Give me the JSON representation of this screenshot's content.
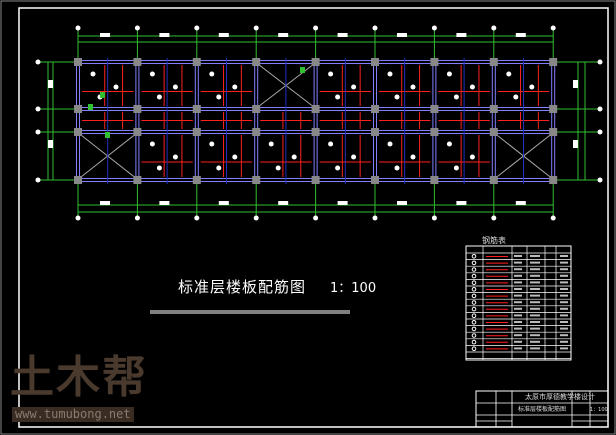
{
  "drawing": {
    "title": "标准层楼板配筋图",
    "scale": "1：100"
  },
  "rebar_table": {
    "title": "钢筋表",
    "row_count": 16
  },
  "title_block": {
    "project": "太原市厚德教学楼设计",
    "drawing_name": "标准层楼板配筋图",
    "scale_value": "1：100"
  },
  "watermark": {
    "logo": "土木帮",
    "url": "www.tumubong.net"
  },
  "colors": {
    "beam": "#8080ff",
    "rebar": "#ff2020",
    "axis": "#30c030",
    "frame": "#ffffff"
  }
}
